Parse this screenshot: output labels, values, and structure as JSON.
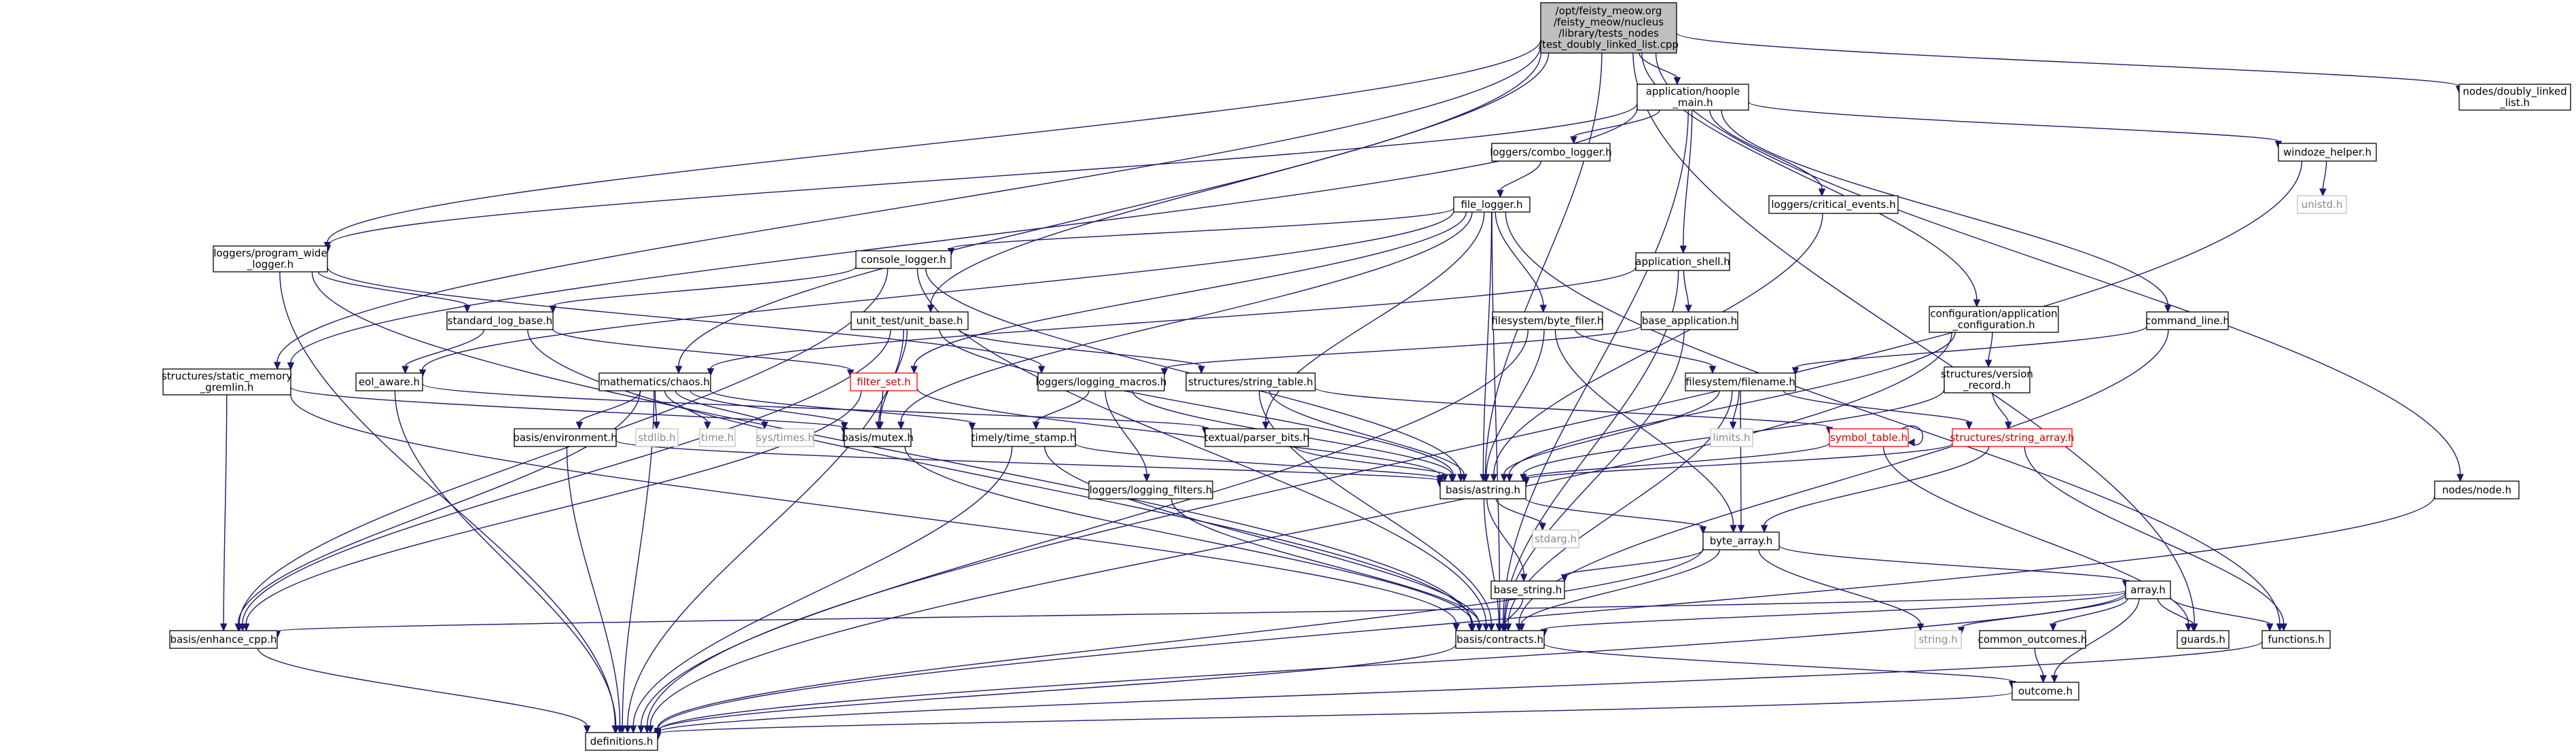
{
  "nodes": [
    {
      "id": "root",
      "lines": [
        "/opt/feisty_meow.org",
        "/feisty_meow/nucleus",
        "/library/tests_nodes",
        "/test_doubly_linked_list.cpp"
      ],
      "kind": "root"
    },
    {
      "id": "hoople_main",
      "lines": [
        "application/hoople",
        "_main.h"
      ],
      "kind": "normal"
    },
    {
      "id": "doubly_linked",
      "lines": [
        "nodes/doubly_linked",
        "_list.h"
      ],
      "kind": "normal"
    },
    {
      "id": "combo_logger",
      "lines": [
        "loggers/combo_logger.h"
      ],
      "kind": "normal"
    },
    {
      "id": "windoze_helper",
      "lines": [
        "windoze_helper.h"
      ],
      "kind": "normal"
    },
    {
      "id": "unistd",
      "lines": [
        "unistd.h"
      ],
      "kind": "missing"
    },
    {
      "id": "file_logger",
      "lines": [
        "file_logger.h"
      ],
      "kind": "normal"
    },
    {
      "id": "critical_events",
      "lines": [
        "loggers/critical_events.h"
      ],
      "kind": "normal"
    },
    {
      "id": "program_wide_logger",
      "lines": [
        "loggers/program_wide",
        "_logger.h"
      ],
      "kind": "normal"
    },
    {
      "id": "console_logger",
      "lines": [
        "console_logger.h"
      ],
      "kind": "normal"
    },
    {
      "id": "application_shell",
      "lines": [
        "application_shell.h"
      ],
      "kind": "normal"
    },
    {
      "id": "standard_log_base",
      "lines": [
        "standard_log_base.h"
      ],
      "kind": "normal"
    },
    {
      "id": "unit_base",
      "lines": [
        "unit_test/unit_base.h"
      ],
      "kind": "normal"
    },
    {
      "id": "byte_filer",
      "lines": [
        "filesystem/byte_filer.h"
      ],
      "kind": "normal"
    },
    {
      "id": "base_application",
      "lines": [
        "base_application.h"
      ],
      "kind": "normal"
    },
    {
      "id": "application_configuration",
      "lines": [
        "configuration/application",
        "_configuration.h"
      ],
      "kind": "normal"
    },
    {
      "id": "command_line",
      "lines": [
        "command_line.h"
      ],
      "kind": "normal"
    },
    {
      "id": "static_memory_gremlin",
      "lines": [
        "structures/static_memory",
        "_gremlin.h"
      ],
      "kind": "normal"
    },
    {
      "id": "eol_aware",
      "lines": [
        "eol_aware.h"
      ],
      "kind": "normal"
    },
    {
      "id": "chaos",
      "lines": [
        "mathematics/chaos.h"
      ],
      "kind": "normal"
    },
    {
      "id": "filter_set",
      "lines": [
        "filter_set.h"
      ],
      "kind": "cyclic"
    },
    {
      "id": "logging_macros",
      "lines": [
        "loggers/logging_macros.h"
      ],
      "kind": "normal"
    },
    {
      "id": "string_table",
      "lines": [
        "structures/string_table.h"
      ],
      "kind": "normal"
    },
    {
      "id": "filename",
      "lines": [
        "filesystem/filename.h"
      ],
      "kind": "normal"
    },
    {
      "id": "version_record",
      "lines": [
        "structures/version",
        "_record.h"
      ],
      "kind": "normal"
    },
    {
      "id": "environment",
      "lines": [
        "basis/environment.h"
      ],
      "kind": "normal"
    },
    {
      "id": "stdlib",
      "lines": [
        "stdlib.h"
      ],
      "kind": "missing"
    },
    {
      "id": "time_h",
      "lines": [
        "time.h"
      ],
      "kind": "missing"
    },
    {
      "id": "sys_times",
      "lines": [
        "sys/times.h"
      ],
      "kind": "missing"
    },
    {
      "id": "mutex",
      "lines": [
        "basis/mutex.h"
      ],
      "kind": "normal"
    },
    {
      "id": "time_stamp",
      "lines": [
        "timely/time_stamp.h"
      ],
      "kind": "normal"
    },
    {
      "id": "parser_bits",
      "lines": [
        "textual/parser_bits.h"
      ],
      "kind": "normal"
    },
    {
      "id": "limits",
      "lines": [
        "limits.h"
      ],
      "kind": "missing"
    },
    {
      "id": "symbol_table",
      "lines": [
        "symbol_table.h"
      ],
      "kind": "cyclic"
    },
    {
      "id": "string_array",
      "lines": [
        "structures/string_array.h"
      ],
      "kind": "cyclic"
    },
    {
      "id": "node_h",
      "lines": [
        "nodes/node.h"
      ],
      "kind": "normal"
    },
    {
      "id": "logging_filters",
      "lines": [
        "loggers/logging_filters.h"
      ],
      "kind": "normal"
    },
    {
      "id": "astring",
      "lines": [
        "basis/astring.h"
      ],
      "kind": "normal"
    },
    {
      "id": "stdarg",
      "lines": [
        "stdarg.h"
      ],
      "kind": "missing"
    },
    {
      "id": "byte_array",
      "lines": [
        "byte_array.h"
      ],
      "kind": "normal"
    },
    {
      "id": "base_string",
      "lines": [
        "base_string.h"
      ],
      "kind": "normal"
    },
    {
      "id": "array_h",
      "lines": [
        "array.h"
      ],
      "kind": "normal"
    },
    {
      "id": "enhance_cpp",
      "lines": [
        "basis/enhance_cpp.h"
      ],
      "kind": "normal"
    },
    {
      "id": "contracts",
      "lines": [
        "basis/contracts.h"
      ],
      "kind": "normal"
    },
    {
      "id": "string_h",
      "lines": [
        "string.h"
      ],
      "kind": "missing"
    },
    {
      "id": "common_outcomes",
      "lines": [
        "common_outcomes.h"
      ],
      "kind": "normal"
    },
    {
      "id": "guards",
      "lines": [
        "guards.h"
      ],
      "kind": "normal"
    },
    {
      "id": "functions",
      "lines": [
        "functions.h"
      ],
      "kind": "normal"
    },
    {
      "id": "outcome",
      "lines": [
        "outcome.h"
      ],
      "kind": "normal"
    },
    {
      "id": "definitions",
      "lines": [
        "definitions.h"
      ],
      "kind": "normal"
    }
  ],
  "edges": [
    [
      "root",
      "hoople_main"
    ],
    [
      "root",
      "doubly_linked"
    ],
    [
      "root",
      "program_wide_logger"
    ],
    [
      "root",
      "unit_base"
    ],
    [
      "root",
      "application_configuration"
    ],
    [
      "root",
      "chaos"
    ],
    [
      "root",
      "static_memory_gremlin"
    ],
    [
      "root",
      "astring"
    ],
    [
      "root",
      "guards"
    ],
    [
      "root",
      "node_h"
    ],
    [
      "hoople_main",
      "combo_logger"
    ],
    [
      "hoople_main",
      "windoze_helper"
    ],
    [
      "hoople_main",
      "critical_events"
    ],
    [
      "hoople_main",
      "application_shell"
    ],
    [
      "hoople_main",
      "command_line"
    ],
    [
      "hoople_main",
      "program_wide_logger"
    ],
    [
      "hoople_main",
      "static_memory_gremlin"
    ],
    [
      "hoople_main",
      "contracts"
    ],
    [
      "windoze_helper",
      "unistd"
    ],
    [
      "windoze_helper",
      "definitions"
    ],
    [
      "combo_logger",
      "file_logger"
    ],
    [
      "file_logger",
      "console_logger"
    ],
    [
      "file_logger",
      "byte_filer"
    ],
    [
      "file_logger",
      "eol_aware"
    ],
    [
      "file_logger",
      "filter_set"
    ],
    [
      "file_logger",
      "mutex"
    ],
    [
      "file_logger",
      "parser_bits"
    ],
    [
      "file_logger",
      "astring"
    ],
    [
      "file_logger",
      "contracts"
    ],
    [
      "file_logger",
      "functions"
    ],
    [
      "critical_events",
      "astring"
    ],
    [
      "program_wide_logger",
      "standard_log_base"
    ],
    [
      "program_wide_logger",
      "logging_macros"
    ],
    [
      "program_wide_logger",
      "definitions"
    ],
    [
      "program_wide_logger",
      "contracts"
    ],
    [
      "console_logger",
      "standard_log_base"
    ],
    [
      "console_logger",
      "astring"
    ],
    [
      "console_logger",
      "contracts"
    ],
    [
      "console_logger",
      "enhance_cpp"
    ],
    [
      "standard_log_base",
      "eol_aware"
    ],
    [
      "standard_log_base",
      "filter_set"
    ],
    [
      "standard_log_base",
      "contracts"
    ],
    [
      "application_shell",
      "base_application"
    ],
    [
      "application_shell",
      "chaos"
    ],
    [
      "application_shell",
      "contracts"
    ],
    [
      "base_application",
      "logging_macros"
    ],
    [
      "base_application",
      "contracts"
    ],
    [
      "unit_base",
      "string_table"
    ],
    [
      "unit_base",
      "mutex"
    ],
    [
      "unit_base",
      "astring"
    ],
    [
      "unit_base",
      "definitions"
    ],
    [
      "unit_base",
      "enhance_cpp"
    ],
    [
      "byte_filer",
      "filename"
    ],
    [
      "byte_filer",
      "astring"
    ],
    [
      "byte_filer",
      "byte_array"
    ],
    [
      "byte_filer",
      "definitions"
    ],
    [
      "application_configuration",
      "version_record"
    ],
    [
      "application_configuration",
      "astring"
    ],
    [
      "application_configuration",
      "definitions"
    ],
    [
      "command_line",
      "filename"
    ],
    [
      "command_line",
      "contracts"
    ],
    [
      "static_memory_gremlin",
      "enhance_cpp"
    ],
    [
      "static_memory_gremlin",
      "mutex"
    ],
    [
      "static_memory_gremlin",
      "contracts"
    ],
    [
      "eol_aware",
      "definitions"
    ],
    [
      "eol_aware",
      "parser_bits"
    ],
    [
      "chaos",
      "environment"
    ],
    [
      "chaos",
      "stdlib"
    ],
    [
      "chaos",
      "time_h"
    ],
    [
      "chaos",
      "sys_times"
    ],
    [
      "chaos",
      "mutex"
    ],
    [
      "chaos",
      "time_stamp"
    ],
    [
      "chaos",
      "enhance_cpp"
    ],
    [
      "chaos",
      "definitions"
    ],
    [
      "filter_set",
      "mutex"
    ],
    [
      "filter_set",
      "astring"
    ],
    [
      "filter_set",
      "enhance_cpp"
    ],
    [
      "logging_macros",
      "time_stamp"
    ],
    [
      "logging_macros",
      "logging_filters"
    ],
    [
      "logging_macros",
      "astring"
    ],
    [
      "string_table",
      "symbol_table"
    ],
    [
      "string_table",
      "astring"
    ],
    [
      "string_table",
      "contracts"
    ],
    [
      "filename",
      "limits"
    ],
    [
      "filename",
      "string_array"
    ],
    [
      "filename",
      "astring"
    ],
    [
      "filename",
      "byte_array"
    ],
    [
      "filename",
      "contracts"
    ],
    [
      "version_record",
      "string_array"
    ],
    [
      "version_record",
      "astring"
    ],
    [
      "environment",
      "astring"
    ],
    [
      "environment",
      "definitions"
    ],
    [
      "mutex",
      "contracts"
    ],
    [
      "time_stamp",
      "astring"
    ],
    [
      "time_stamp",
      "contracts"
    ],
    [
      "time_stamp",
      "definitions"
    ],
    [
      "parser_bits",
      "astring"
    ],
    [
      "symbol_table",
      "symbol_table"
    ],
    [
      "symbol_table",
      "astring"
    ],
    [
      "symbol_table",
      "guards"
    ],
    [
      "string_array",
      "astring"
    ],
    [
      "string_array",
      "functions"
    ],
    [
      "string_array",
      "byte_array"
    ],
    [
      "node_h",
      "definitions"
    ],
    [
      "logging_filters",
      "contracts"
    ],
    [
      "astring",
      "stdarg"
    ],
    [
      "astring",
      "byte_array"
    ],
    [
      "astring",
      "base_string"
    ],
    [
      "astring",
      "contracts"
    ],
    [
      "byte_array",
      "base_string"
    ],
    [
      "byte_array",
      "array_h"
    ],
    [
      "byte_array",
      "string_h"
    ],
    [
      "byte_array",
      "contracts"
    ],
    [
      "byte_array",
      "definitions"
    ],
    [
      "base_string",
      "contracts"
    ],
    [
      "array_h",
      "common_outcomes"
    ],
    [
      "array_h",
      "guards"
    ],
    [
      "array_h",
      "functions"
    ],
    [
      "array_h",
      "outcome"
    ],
    [
      "array_h",
      "enhance_cpp"
    ],
    [
      "array_h",
      "contracts"
    ],
    [
      "array_h",
      "string_h"
    ],
    [
      "array_h",
      "definitions"
    ],
    [
      "common_outcomes",
      "outcome"
    ],
    [
      "contracts",
      "outcome"
    ],
    [
      "contracts",
      "definitions"
    ],
    [
      "functions",
      "definitions"
    ],
    [
      "outcome",
      "definitions"
    ],
    [
      "enhance_cpp",
      "definitions"
    ]
  ],
  "colors": {
    "edge": "#191970",
    "node_border": "#000000",
    "root_fill": "#bfbfbf",
    "missing_border": "#bfbfbf",
    "cyclic_border": "#ff0000"
  }
}
